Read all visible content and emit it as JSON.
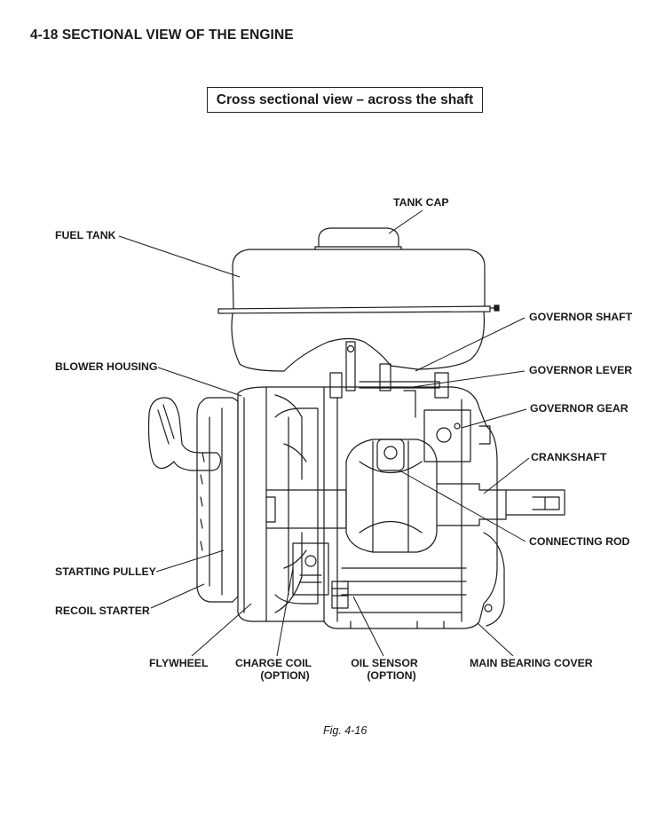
{
  "header": {
    "section_title": "4-18  SECTIONAL VIEW OF THE ENGINE",
    "view_title": "Cross sectional view – across the shaft"
  },
  "labels": {
    "tank_cap": "TANK CAP",
    "fuel_tank": "FUEL TANK",
    "governor_shaft": "GOVERNOR SHAFT",
    "blower_housing": "BLOWER HOUSING",
    "governor_lever": "GOVERNOR LEVER",
    "governor_gear": "GOVERNOR GEAR",
    "crankshaft": "CRANKSHAFT",
    "connecting_rod": "CONNECTING ROD",
    "starting_pulley": "STARTING PULLEY",
    "recoil_starter": "RECOIL STARTER",
    "flywheel": "FLYWHEEL",
    "charge_coil": "CHARGE COIL",
    "charge_coil_note": "(OPTION)",
    "oil_sensor": "OIL SENSOR",
    "oil_sensor_note": "(OPTION)",
    "main_bearing_cover": "MAIN BEARING COVER"
  },
  "figure": {
    "caption": "Fig. 4-16"
  }
}
